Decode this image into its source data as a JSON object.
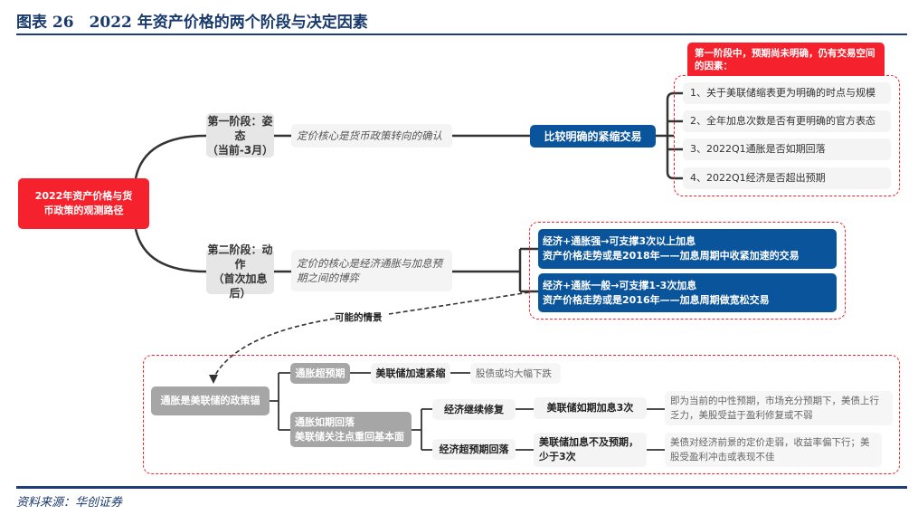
{
  "title": "图表 26　2022 年资产价格的两个阶段与决定因素",
  "root": "2022年资产价格与货币政策的观测路径",
  "stage1": {
    "label": "第一阶段：姿态",
    "sub": "（当前-3月）",
    "note": "定价核心是货币政策转向的确认",
    "outcome": "比较明确的紧缩交易",
    "factors_header": "第一阶段中，预期尚未明确，仍有交易空间的因素：",
    "factors": [
      "1、关于美联储缩表更为明确的时点与规模",
      "2、全年加息次数是否有更明确的官方表态",
      "3、2022Q1通胀是否如期回落",
      "4、2022Q1经济是否超出预期"
    ]
  },
  "stage2": {
    "label": "第二阶段：动作",
    "sub": "（首次加息后）",
    "note": "定价的核心是经济通胀与加息预期之间的博弈",
    "scenarios": [
      {
        "l1": "经济+通胀强→可支撑3次以上加息",
        "l2": "资产价格走势或是2018年——加息周期中收紧加速的交易"
      },
      {
        "l1": "经济+通胀一般→可支撑1-3次加息",
        "l2": "资产价格走势或是2016年——加息周期做宽松交易"
      }
    ]
  },
  "possible_label": "可能的情景",
  "tree": {
    "anchor": "通胀是美联储的政策锚",
    "branch1": "通胀超预期",
    "b1_action": "美联储加速紧缩",
    "b1_result": "股债或均大幅下跌",
    "branch2": "通胀如期回落\n美联储关注点重回基本面",
    "b2a": "经济继续修复",
    "b2a_action": "美联储如期加息3次",
    "b2a_result": "即为当前的中性预期，市场充分预期下，美债上行乏力，美股受益于盈利修复或不弱",
    "b2b": "经济超预期回落",
    "b2b_action": "美联储加息不及预期，少于3次",
    "b2b_result": "美债对经济前景的定价走弱，收益率偏下行；美股受盈利冲击或表现不佳"
  },
  "source": "资料来源：华创证券",
  "colors": {
    "red": "#f5222d",
    "blue": "#0a549c",
    "navy": "#1a3a6e"
  }
}
